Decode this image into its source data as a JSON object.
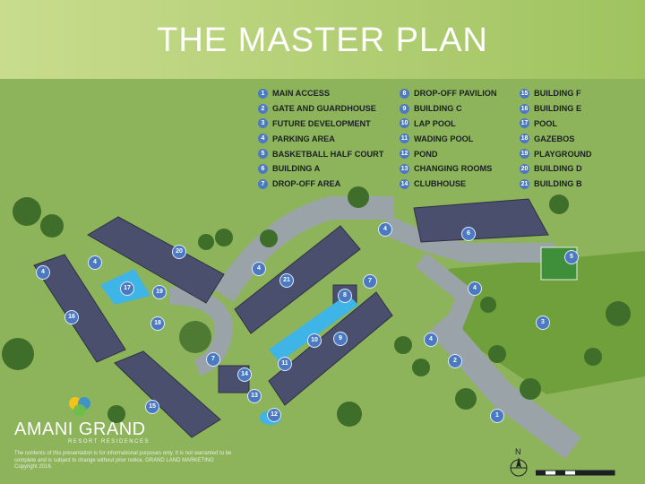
{
  "header": {
    "title": "THE MASTER PLAN"
  },
  "legend": {
    "column1": [
      {
        "n": "1",
        "label": "MAIN ACCESS"
      },
      {
        "n": "2",
        "label": "GATE AND GUARDHOUSE"
      },
      {
        "n": "3",
        "label": "FUTURE DEVELOPMENT"
      },
      {
        "n": "4",
        "label": "PARKING AREA"
      },
      {
        "n": "5",
        "label": "BASKETBALL  HALF COURT"
      },
      {
        "n": "6",
        "label": "BUILDING A"
      },
      {
        "n": "7",
        "label": "DROP-OFF AREA"
      }
    ],
    "column2": [
      {
        "n": "8",
        "label": "DROP-OFF PAVILION"
      },
      {
        "n": "9",
        "label": "BUILDING C"
      },
      {
        "n": "10",
        "label": "LAP POOL"
      },
      {
        "n": "11",
        "label": "WADING POOL"
      },
      {
        "n": "12",
        "label": "POND"
      },
      {
        "n": "13",
        "label": "CHANGING ROOMS"
      },
      {
        "n": "14",
        "label": "CLUBHOUSE"
      }
    ],
    "column3": [
      {
        "n": "15",
        "label": "BUILDING F"
      },
      {
        "n": "16",
        "label": "BUILDING E"
      },
      {
        "n": "17",
        "label": "POOL"
      },
      {
        "n": "18",
        "label": "GAZEBOS"
      },
      {
        "n": "19",
        "label": "PLAYGROUND"
      },
      {
        "n": "20",
        "label": "BUILDING D"
      },
      {
        "n": "21",
        "label": "BUILDING B"
      }
    ]
  },
  "pins": [
    "1",
    "2",
    "3",
    "4",
    "4",
    "4",
    "4",
    "4",
    "4",
    "5",
    "6",
    "7",
    "7",
    "8",
    "9",
    "10",
    "11",
    "12",
    "13",
    "14",
    "15",
    "16",
    "17",
    "18",
    "19",
    "20",
    "21"
  ],
  "brand": {
    "name": "AMANI GRAND",
    "subtitle": "RESORT RESIDENCES"
  },
  "disclaimer": "The contents of this presentation is for informational purposes only. It is not warranted to be complete and is subject to change without prior notice. GRAND LAND MARKETING Copyright 2016.",
  "compass": {
    "label": "N"
  },
  "colors": {
    "pin": "#4c7ac2",
    "roof": "#4a4f6e",
    "grass": "#8fb55c",
    "banner": "#a7c86a"
  }
}
